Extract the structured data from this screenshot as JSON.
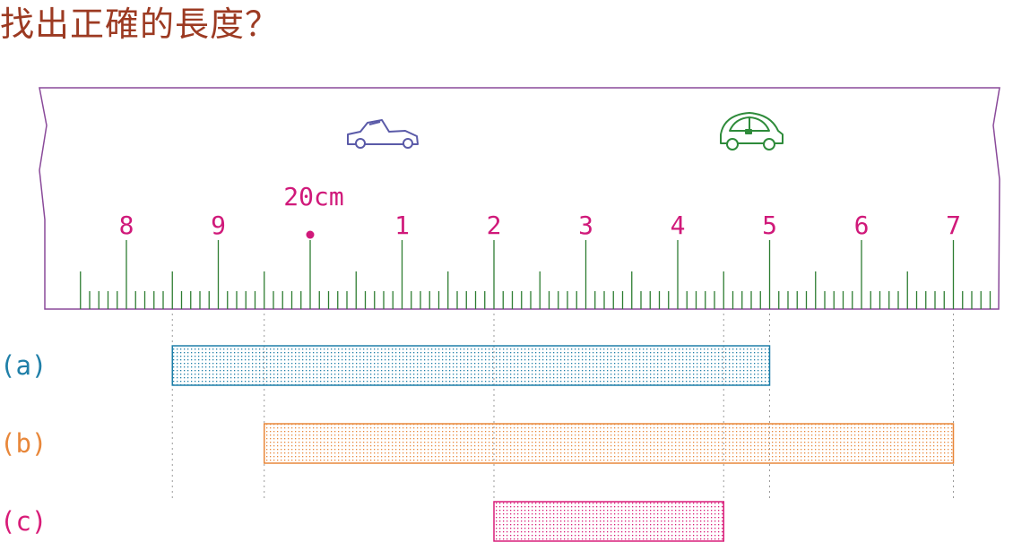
{
  "title": "找出正確的長度？",
  "ruler": {
    "scale_labels": [
      "8",
      "9",
      "20cm",
      "1",
      "2",
      "3",
      "4",
      "5",
      "6",
      "7"
    ],
    "start_cm": 17.5,
    "end_cm": 27.75,
    "minor_step_cm": 0.1,
    "colors": {
      "outline": "#8a4a9a",
      "ticks": "#2e7d32",
      "labels": "#d0197a"
    }
  },
  "icons": {
    "left": "vintage-car-icon",
    "right": "beetle-car-icon"
  },
  "bars": [
    {
      "label": "(a)",
      "start_cm": 18.5,
      "end_cm": 25.0,
      "color": "#1f7fa8"
    },
    {
      "label": "(b)",
      "start_cm": 19.5,
      "end_cm": 27.0,
      "color": "#e8873a"
    },
    {
      "label": "(c)",
      "start_cm": 22.0,
      "end_cm": 24.5,
      "color": "#d81b78"
    }
  ]
}
